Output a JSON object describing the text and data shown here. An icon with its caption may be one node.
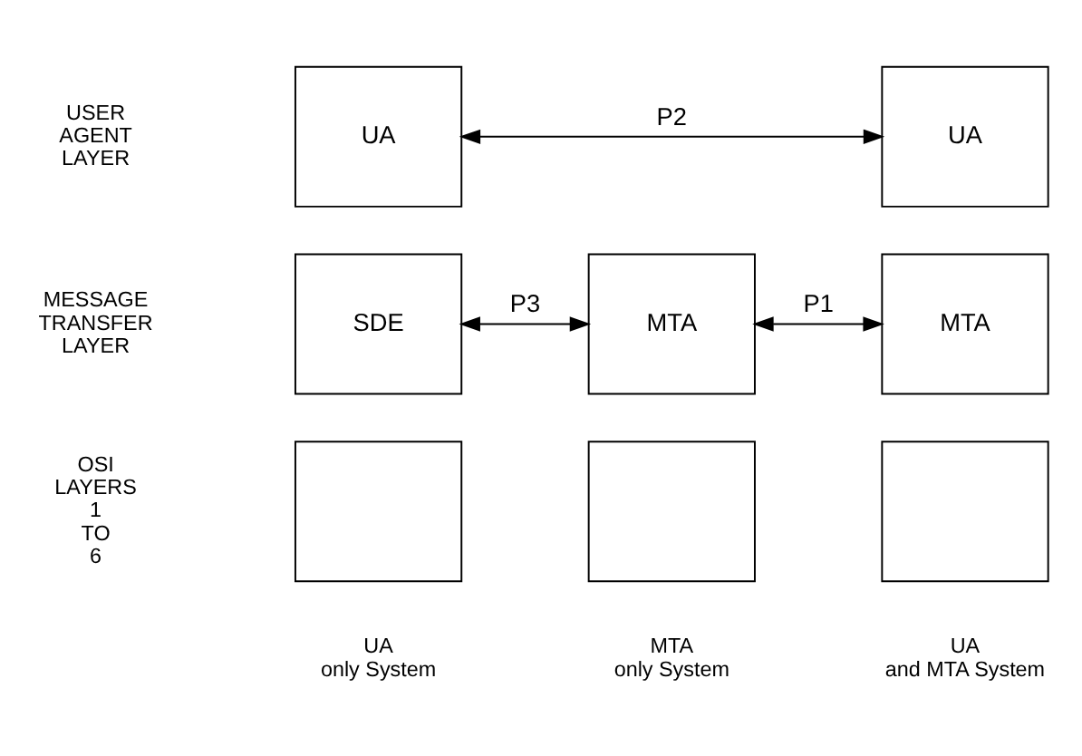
{
  "diagram": {
    "nodes": [
      {
        "text": [
          "UA"
        ]
      },
      {
        "text": [
          "UA"
        ]
      },
      {
        "text": [
          "SDE"
        ]
      },
      {
        "text": [
          "MTA"
        ]
      },
      {
        "text": [
          "MTA"
        ]
      },
      {
        "text": [],
        "shape": "box"
      },
      {
        "text": [],
        "shape": "box"
      },
      {
        "text": [],
        "shape": "box"
      }
    ],
    "edges": [
      {
        "from": 0,
        "to": 1,
        "arrow": "both",
        "label": "P2"
      },
      {
        "from": 2,
        "to": 3,
        "arrow": "both",
        "label": "P3"
      },
      {
        "from": 3,
        "to": 4,
        "arrow": "both",
        "label": "P1"
      }
    ],
    "labels": [
      "USER AGENT LAYER",
      "MESSAGE TRANSFER LAYER",
      "OSI LAYERS 1 TO 6",
      "UA only System",
      "MTA only System",
      "UA and MTA System"
    ]
  }
}
